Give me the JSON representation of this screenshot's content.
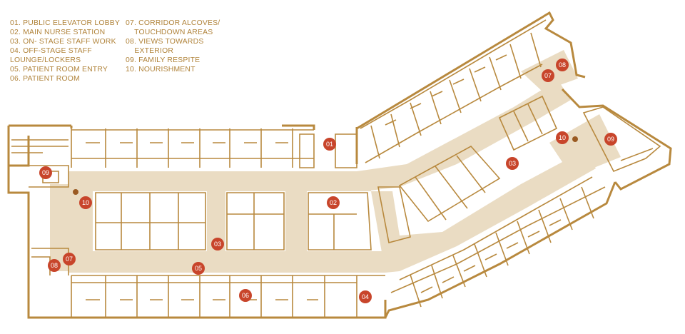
{
  "legend": {
    "col1": [
      "01. PUBLIC ELEVATOR LOBBY",
      "02. MAIN NURSE STATION",
      "03. ON- STAGE STAFF WORK",
      "04. OFF-STAGE STAFF",
      "LOUNGE/LOCKERS",
      "05. PATIENT ROOM ENTRY",
      "06. PATIENT ROOM"
    ],
    "col2": [
      "07. CORRIDOR ALCOVES/",
      "    TOUCHDOWN AREAS",
      "08. VIEWS TOWARDS",
      "    EXTERIOR",
      "09. FAMILY RESPITE",
      "10. NOURISHMENT"
    ]
  },
  "markers": {
    "m01": "01",
    "m02": "02",
    "m03a": "03",
    "m03b": "03",
    "m04": "04",
    "m05": "05",
    "m06": "06",
    "m07a": "07",
    "m07b": "07",
    "m08a": "08",
    "m08b": "08",
    "m09a": "09",
    "m09b": "09",
    "m10a": "10",
    "m10b": "10"
  },
  "colors": {
    "wall": "#b8893e",
    "corridor": "#eadcc3",
    "room_line": "#b8893e",
    "marker": "#c8452b"
  }
}
